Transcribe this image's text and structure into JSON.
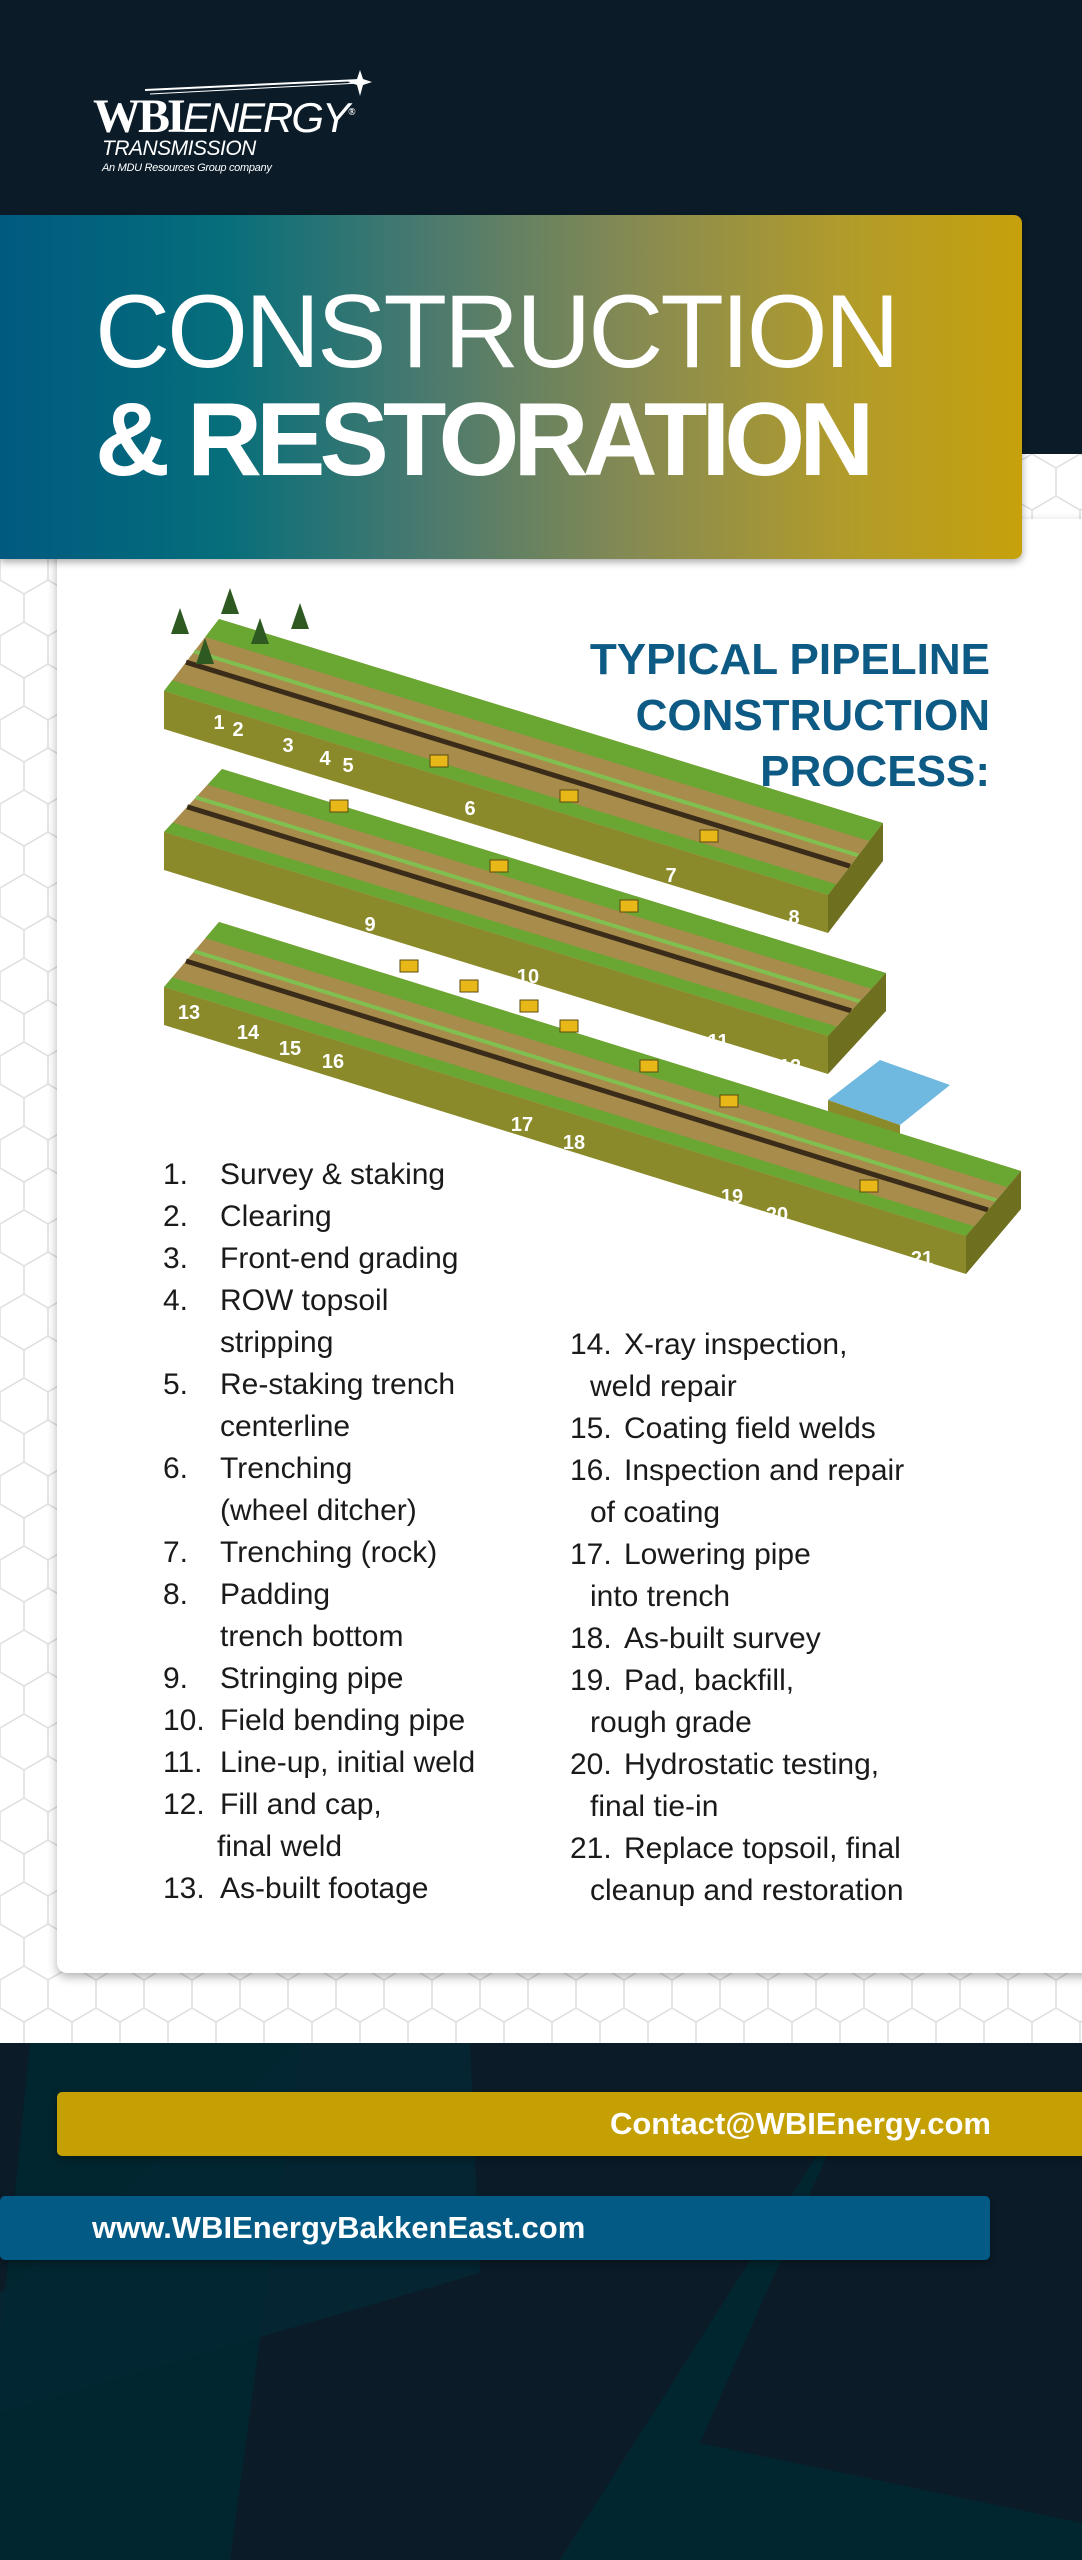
{
  "logo": {
    "brand_main": "WBI",
    "brand_energy": "ENERGY",
    "registered": "®",
    "division": "TRANSMISSION",
    "parent": "An MDU Resources Group company"
  },
  "banner": {
    "line1": "CONSTRUCTION",
    "line2": "& RESTORATION"
  },
  "process": {
    "title_lines": [
      "TYPICAL PIPELINE",
      "CONSTRUCTION",
      "PROCESS:"
    ],
    "diagram_labels": [
      "1",
      "2",
      "3",
      "4",
      "5",
      "6",
      "7",
      "8",
      "9",
      "10",
      "11",
      "12",
      "13",
      "14",
      "15",
      "16",
      "17",
      "18",
      "19",
      "20",
      "21"
    ],
    "steps_left": [
      {
        "num": "1.",
        "lines": [
          "Survey & staking"
        ]
      },
      {
        "num": "2.",
        "lines": [
          "Clearing"
        ]
      },
      {
        "num": "3.",
        "lines": [
          "Front-end grading"
        ]
      },
      {
        "num": "4.",
        "lines": [
          "ROW topsoil",
          "stripping"
        ]
      },
      {
        "num": "5.",
        "lines": [
          "Re-staking trench",
          "centerline"
        ]
      },
      {
        "num": "6.",
        "lines": [
          "Trenching",
          "(wheel ditcher)"
        ]
      },
      {
        "num": "7.",
        "lines": [
          "Trenching (rock)"
        ]
      },
      {
        "num": "8.",
        "lines": [
          "Padding",
          "trench bottom"
        ]
      },
      {
        "num": "9.",
        "lines": [
          "Stringing pipe"
        ]
      },
      {
        "num": "10.",
        "lines": [
          "Field bending pipe"
        ]
      },
      {
        "num": "11.",
        "lines": [
          "Line-up, initial weld"
        ]
      },
      {
        "num": "12.",
        "lines": [
          "Fill and cap,",
          "final weld"
        ]
      },
      {
        "num": "13.",
        "lines": [
          "As-built footage"
        ]
      }
    ],
    "steps_right": [
      {
        "num": "14.",
        "lines": [
          "X-ray inspection,",
          "weld repair"
        ]
      },
      {
        "num": "15.",
        "lines": [
          "Coating field welds"
        ]
      },
      {
        "num": "16.",
        "lines": [
          "Inspection and repair",
          "of coating"
        ]
      },
      {
        "num": "17.",
        "lines": [
          "Lowering pipe",
          "into trench"
        ]
      },
      {
        "num": "18.",
        "lines": [
          "As-built survey"
        ]
      },
      {
        "num": "19.",
        "lines": [
          "Pad, backfill,",
          "rough grade"
        ]
      },
      {
        "num": "20.",
        "lines": [
          "Hydrostatic testing,",
          "final tie-in"
        ]
      },
      {
        "num": "21.",
        "lines": [
          "Replace topsoil, final",
          "cleanup and restoration"
        ]
      }
    ]
  },
  "contact": {
    "email": "Contact@WBIEnergy.com",
    "website": "www.WBIEnergyBakkenEast.com"
  },
  "colors": {
    "dark": "#0b1c28",
    "gold": "#c4a005",
    "blue": "#025a85",
    "title_blue": "#0d5a85"
  }
}
